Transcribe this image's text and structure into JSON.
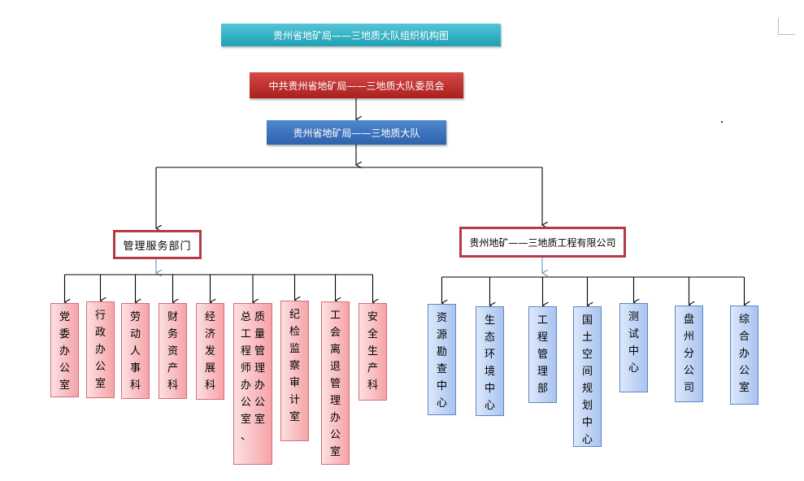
{
  "title": "贵州省地矿局——三地质大队组织机构图",
  "top": [
    {
      "label": "中共贵州省地矿局——三地质大队委员会"
    },
    {
      "label": "贵州省地矿局——三地质大队"
    }
  ],
  "departments": [
    {
      "label": "管理服务部门"
    },
    {
      "label": "贵州地矿——三地质工程有限公司"
    }
  ],
  "management_units": [
    {
      "label": "党委办公室"
    },
    {
      "label": "行政办公室"
    },
    {
      "label": "劳动人事科"
    },
    {
      "label": "财务资产科"
    },
    {
      "label": "经济发展科"
    },
    {
      "label": "总工程师办公室、质量管理办公室"
    },
    {
      "label": "纪检监察审计室"
    },
    {
      "label": "工会离退管理办公室"
    },
    {
      "label": "安全生产科"
    }
  ],
  "company_units": [
    {
      "label": "资源勘查中心"
    },
    {
      "label": "生态环境中心"
    },
    {
      "label": "工程管理部"
    },
    {
      "label": "国土空间规划中心"
    },
    {
      "label": "测试中心"
    },
    {
      "label": "盘州分公司"
    },
    {
      "label": "综合办公室"
    }
  ],
  "colors": {
    "title": "#1f9fb3",
    "party": "#b5302e",
    "brigade": "#3a70b8",
    "dept_border": "#b53a46",
    "red_unit": "#f5a3a8",
    "blue_unit": "#a9c4f0",
    "connector": "#000000",
    "blue_arrow": "#5b8fd6"
  }
}
